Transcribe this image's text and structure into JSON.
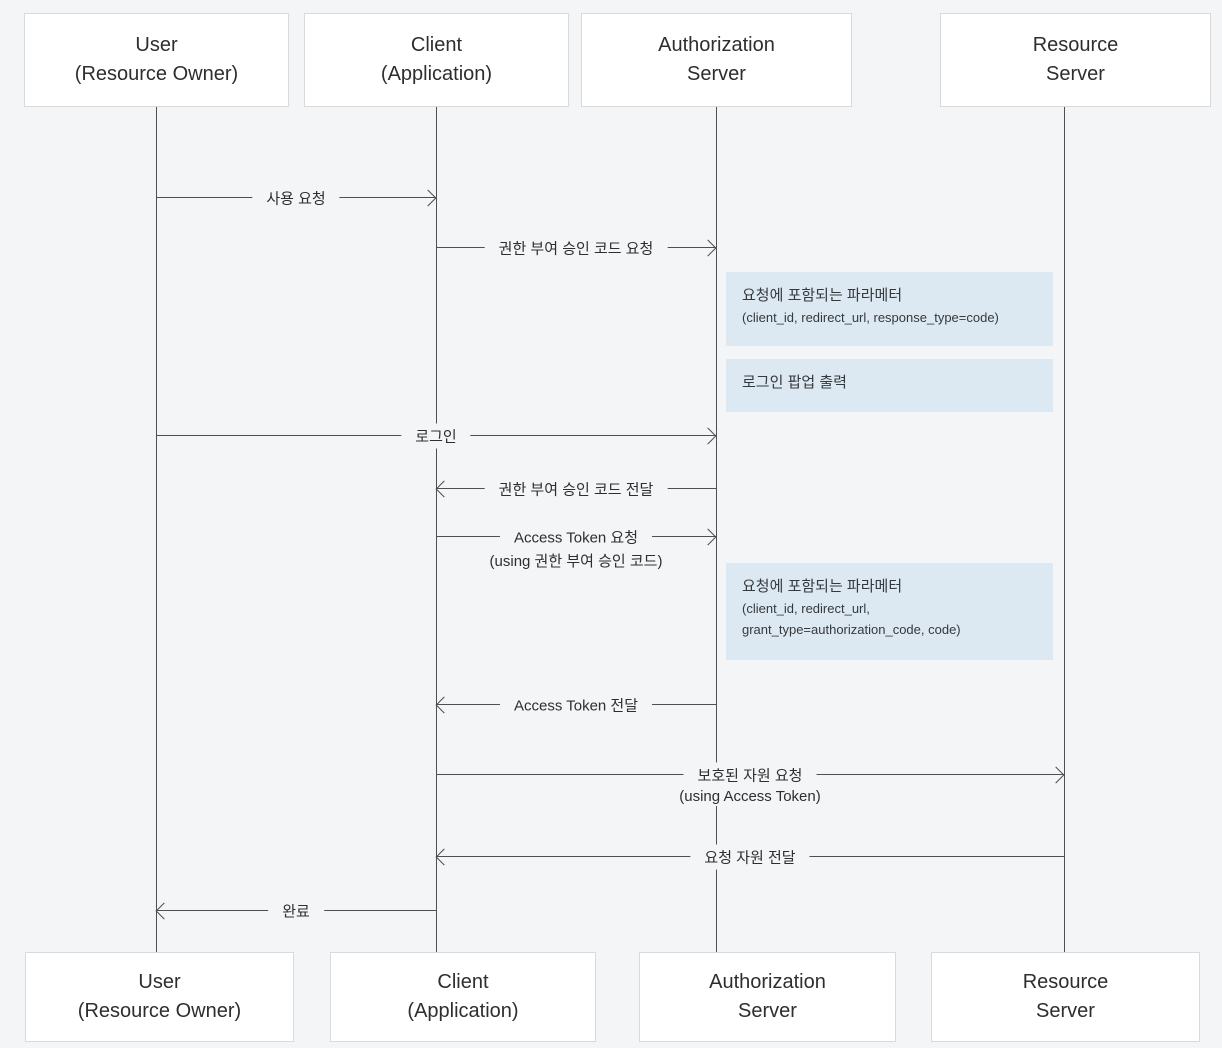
{
  "diagram_type": "sequence-diagram",
  "colors": {
    "background": "#f4f5f6",
    "box_fill": "#ffffff",
    "box_border": "#d8dadc",
    "line": "#4e4f52",
    "text": "#2d2e30",
    "note_fill": "#dde9f2"
  },
  "participants": [
    {
      "id": "user",
      "line1": "User",
      "line2": "(Resource Owner)"
    },
    {
      "id": "client",
      "line1": "Client",
      "line2": "(Application)"
    },
    {
      "id": "auth",
      "line1": "Authorization",
      "line2": "Server"
    },
    {
      "id": "resource",
      "line1": "Resource",
      "line2": "Server"
    }
  ],
  "messages": [
    {
      "label": "사용 요청",
      "sublabel": "",
      "from": "user",
      "to": "client"
    },
    {
      "label": "권한 부여 승인 코드 요청",
      "sublabel": "",
      "from": "client",
      "to": "auth"
    },
    {
      "label": "로그인",
      "sublabel": "",
      "from": "user",
      "to": "auth"
    },
    {
      "label": "권한 부여 승인 코드 전달",
      "sublabel": "",
      "from": "auth",
      "to": "client"
    },
    {
      "label": "Access Token 요청",
      "sublabel": "(using 권한 부여 승인 코드)",
      "from": "client",
      "to": "auth"
    },
    {
      "label": "Access Token 전달",
      "sublabel": "",
      "from": "auth",
      "to": "client"
    },
    {
      "label": "보호된 자원 요청",
      "sublabel": "(using Access Token)",
      "from": "client",
      "to": "resource"
    },
    {
      "label": "요청 자원 전달",
      "sublabel": "",
      "from": "resource",
      "to": "client"
    },
    {
      "label": "완료",
      "sublabel": "",
      "from": "client",
      "to": "user"
    }
  ],
  "notes": [
    {
      "attached_to": "auth",
      "title": "요청에 포함되는 파라메터",
      "lines": [
        "(client_id, redirect_url, response_type=code)"
      ]
    },
    {
      "attached_to": "auth",
      "title": "로그인 팝업 출력",
      "lines": []
    },
    {
      "attached_to": "auth",
      "title": "요청에 포함되는 파라메터",
      "lines": [
        "(client_id, redirect_url,",
        "grant_type=authorization_code, code)"
      ]
    }
  ]
}
